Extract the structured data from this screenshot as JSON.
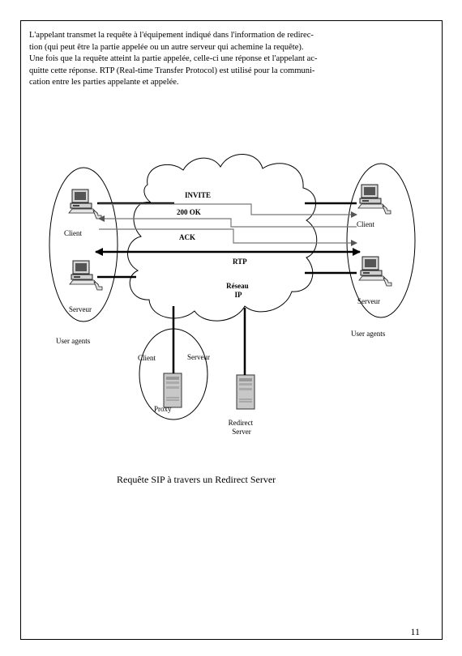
{
  "page": {
    "paragraph_lines": [
      "L'appelant transmet la requête à l'équipement indiqué dans l'information de redirec-",
      "tion (qui peut être la partie appelée ou un autre serveur qui achemine la requête).",
      "Une fois que la requête atteint la partie appelée, celle-ci une réponse et l'appelant ac-",
      "quitte cette réponse. RTP (Real-time Transfer Protocol) est utilisé pour la communi-",
      "cation entre les parties appelante et appelée."
    ],
    "caption": "Requête SIP à travers un Redirect Server",
    "page_number": "11"
  },
  "diagram": {
    "messages": {
      "invite": "INVITE",
      "ok": "200 OK",
      "ack": "ACK",
      "rtp": "RTP"
    },
    "network": {
      "line1": "Réseau",
      "line2": "IP"
    },
    "left_group": {
      "client": "Client",
      "server": "Serveur",
      "group_label": "User agents"
    },
    "right_group": {
      "client": "Client",
      "server": "Serveur",
      "group_label": "User agents"
    },
    "proxy_group": {
      "client": "Client",
      "server": "Serveur",
      "device": "Proxy"
    },
    "redirect": {
      "line1": "Redirect",
      "line2": "Server"
    }
  }
}
